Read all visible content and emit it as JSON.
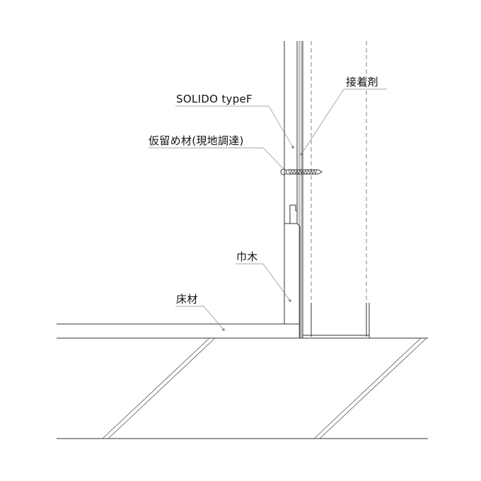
{
  "labels": {
    "adhesive": "接着剤",
    "solido": "SOLIDO typeF",
    "temporary": "仮留め材(現地調達)",
    "baseboard": "巾木",
    "floor": "床材"
  },
  "colors": {
    "line": "#333333",
    "leader": "#8a8a8a",
    "text": "#111111"
  }
}
